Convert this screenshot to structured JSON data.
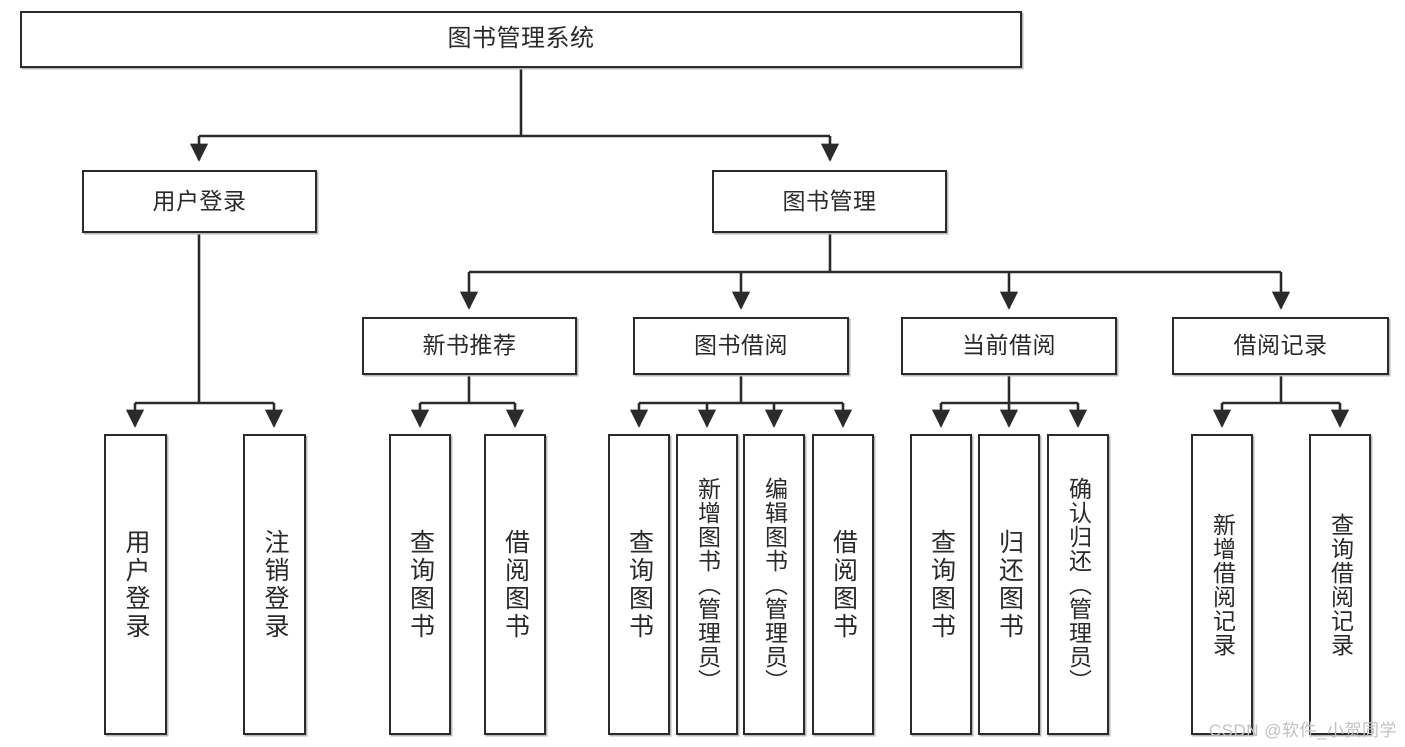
{
  "diagram": {
    "title": "图书管理系统",
    "type": "tree-hierarchy-chart",
    "root": {
      "label": "图书管理系统"
    },
    "level2": [
      {
        "label": "用户登录"
      },
      {
        "label": "图书管理"
      }
    ],
    "level3": [
      {
        "label": "新书推荐"
      },
      {
        "label": "图书借阅"
      },
      {
        "label": "当前借阅"
      },
      {
        "label": "借阅记录"
      }
    ],
    "leaves": {
      "user_login": [
        {
          "label": "用户登录"
        },
        {
          "label": "注销登录"
        }
      ],
      "new_book_recommend": [
        {
          "label": "查询图书"
        },
        {
          "label": "借阅图书"
        }
      ],
      "book_borrow": [
        {
          "label": "查询图书"
        },
        {
          "label": "新增图书（管理员）"
        },
        {
          "label": "编辑图书（管理员）"
        },
        {
          "label": "借阅图书"
        }
      ],
      "current_borrow": [
        {
          "label": "查询图书"
        },
        {
          "label": "归还图书"
        },
        {
          "label": "确认归还（管理员）"
        }
      ],
      "borrow_record": [
        {
          "label": "新增借阅记录"
        },
        {
          "label": "查询借阅记录"
        }
      ]
    }
  },
  "watermark": {
    "text": "CSDN @软件_小贺同学"
  },
  "colors": {
    "border": "#2b2b2b",
    "shadow": "#b9b9b9",
    "text": "#2a2a2a",
    "background": "#ffffff",
    "watermark": "#c2c2c2"
  }
}
